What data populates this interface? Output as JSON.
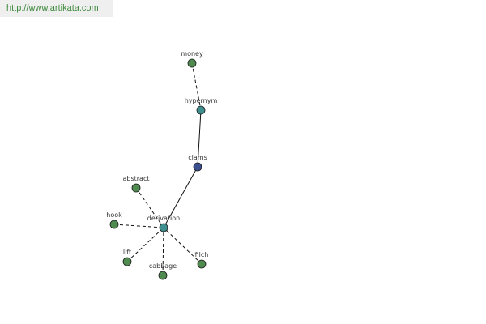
{
  "header": {
    "url": "http://www.artikata.com"
  },
  "colors": {
    "leaf": "#4f8a4f",
    "relation": "#3f8f8f",
    "center": "#3b4f8f",
    "stroke": "#1a1a1a"
  },
  "graph": {
    "nodes": [
      {
        "id": "money",
        "label": "money",
        "kind": "leaf"
      },
      {
        "id": "hypernym",
        "label": "hypernym",
        "kind": "relation"
      },
      {
        "id": "clams",
        "label": "clams",
        "kind": "center"
      },
      {
        "id": "derivation",
        "label": "derivation",
        "kind": "relation"
      },
      {
        "id": "abstract",
        "label": "abstract",
        "kind": "leaf"
      },
      {
        "id": "hook",
        "label": "hook",
        "kind": "leaf"
      },
      {
        "id": "lift",
        "label": "lift",
        "kind": "leaf"
      },
      {
        "id": "cabbage",
        "label": "cabbage",
        "kind": "leaf"
      },
      {
        "id": "filch",
        "label": "filch",
        "kind": "leaf"
      }
    ],
    "edges": [
      {
        "from": "money",
        "to": "hypernym",
        "style": "dashed"
      },
      {
        "from": "hypernym",
        "to": "clams",
        "style": "solid"
      },
      {
        "from": "clams",
        "to": "derivation",
        "style": "solid"
      },
      {
        "from": "abstract",
        "to": "derivation",
        "style": "dashed"
      },
      {
        "from": "hook",
        "to": "derivation",
        "style": "dashed"
      },
      {
        "from": "lift",
        "to": "derivation",
        "style": "dashed"
      },
      {
        "from": "cabbage",
        "to": "derivation",
        "style": "dashed"
      },
      {
        "from": "filch",
        "to": "derivation",
        "style": "dashed"
      }
    ]
  }
}
